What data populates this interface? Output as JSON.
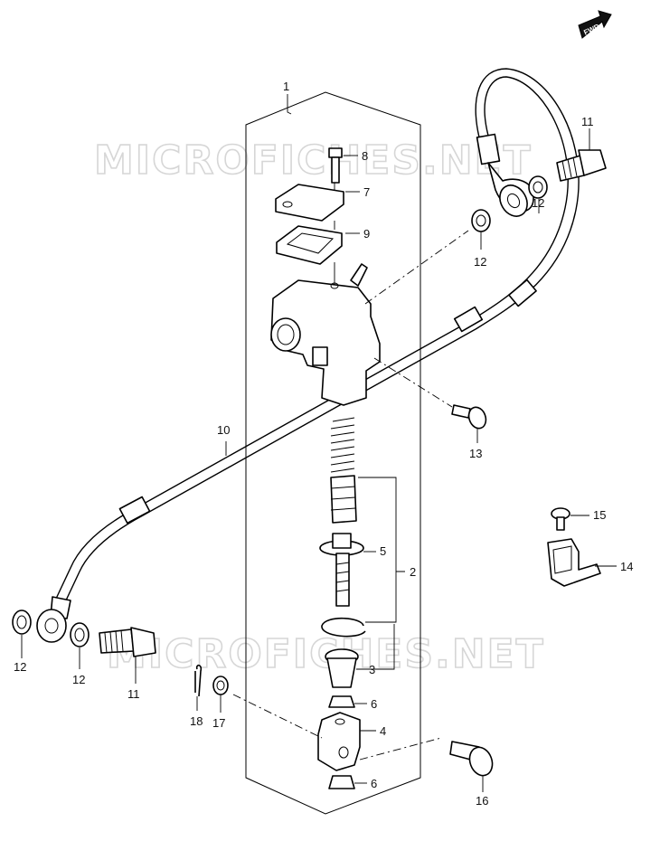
{
  "diagram": {
    "watermark": "MICROFICHES.NET",
    "fwd_label": "FWD",
    "callouts": {
      "c1": "1",
      "c2": "2",
      "c3": "3",
      "c4": "4",
      "c5": "5",
      "c6a": "6",
      "c6b": "6",
      "c7": "7",
      "c8": "8",
      "c9": "9",
      "c10": "10",
      "c11a": "11",
      "c11b": "11",
      "c12a": "12",
      "c12b": "12",
      "c12c": "12",
      "c12d": "12",
      "c13": "13",
      "c14": "14",
      "c15": "15",
      "c16": "16",
      "c17": "17",
      "c18": "18"
    }
  }
}
